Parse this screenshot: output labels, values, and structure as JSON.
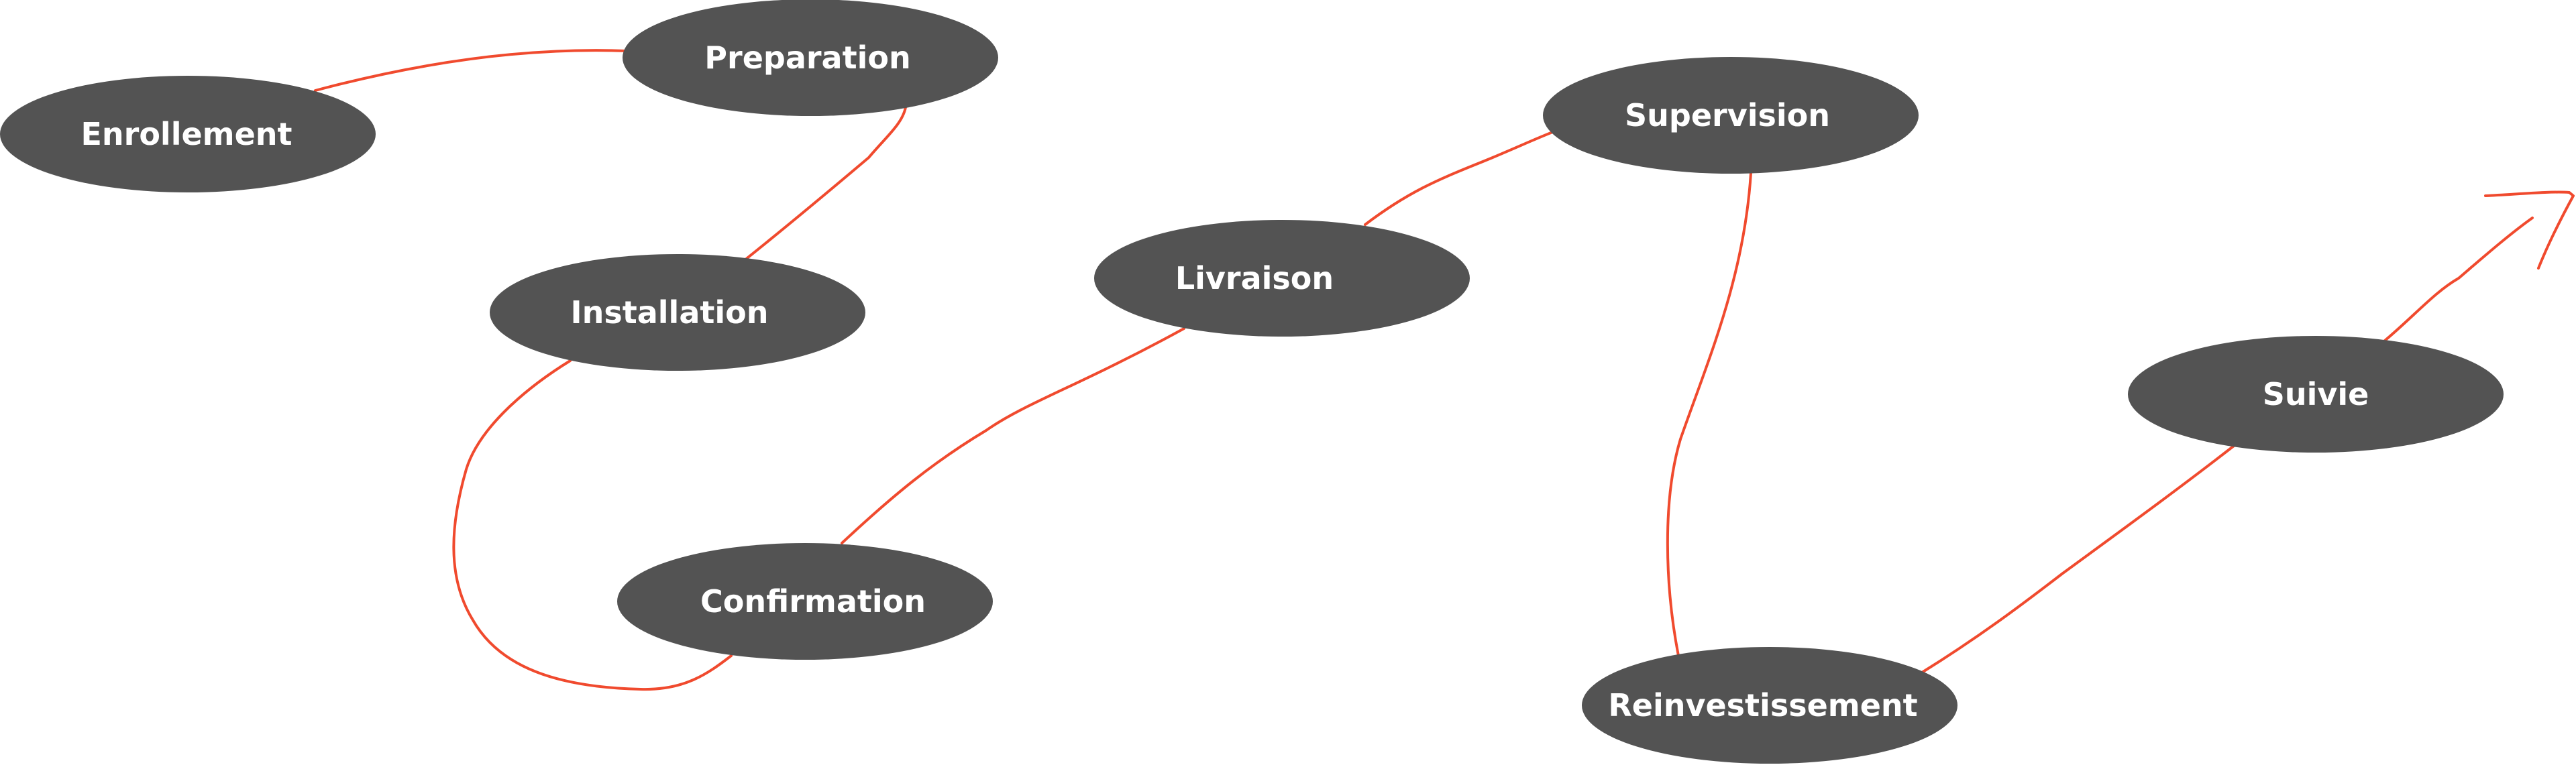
{
  "colors": {
    "background": "#ffffff",
    "node_fill": "#535353",
    "node_text": "#ffffff",
    "connector": "#f04a2e"
  },
  "nodes": [
    {
      "id": "enrollement",
      "label": "Enrollement"
    },
    {
      "id": "preparation",
      "label": "Preparation"
    },
    {
      "id": "installation",
      "label": "Installation"
    },
    {
      "id": "confirmation",
      "label": "Confirmation"
    },
    {
      "id": "livraison",
      "label": "Livraison"
    },
    {
      "id": "supervision",
      "label": "Supervision"
    },
    {
      "id": "reinvestissement",
      "label": "Reinvestissement"
    },
    {
      "id": "suivie",
      "label": "Suivie"
    }
  ],
  "edges": [
    {
      "from": "enrollement",
      "to": "preparation"
    },
    {
      "from": "preparation",
      "to": "installation"
    },
    {
      "from": "installation",
      "to": "confirmation"
    },
    {
      "from": "confirmation",
      "to": "livraison"
    },
    {
      "from": "livraison",
      "to": "supervision"
    },
    {
      "from": "supervision",
      "to": "reinvestissement"
    },
    {
      "from": "reinvestissement",
      "to": "suivie"
    },
    {
      "from": "suivie",
      "to": "arrow-end"
    }
  ]
}
